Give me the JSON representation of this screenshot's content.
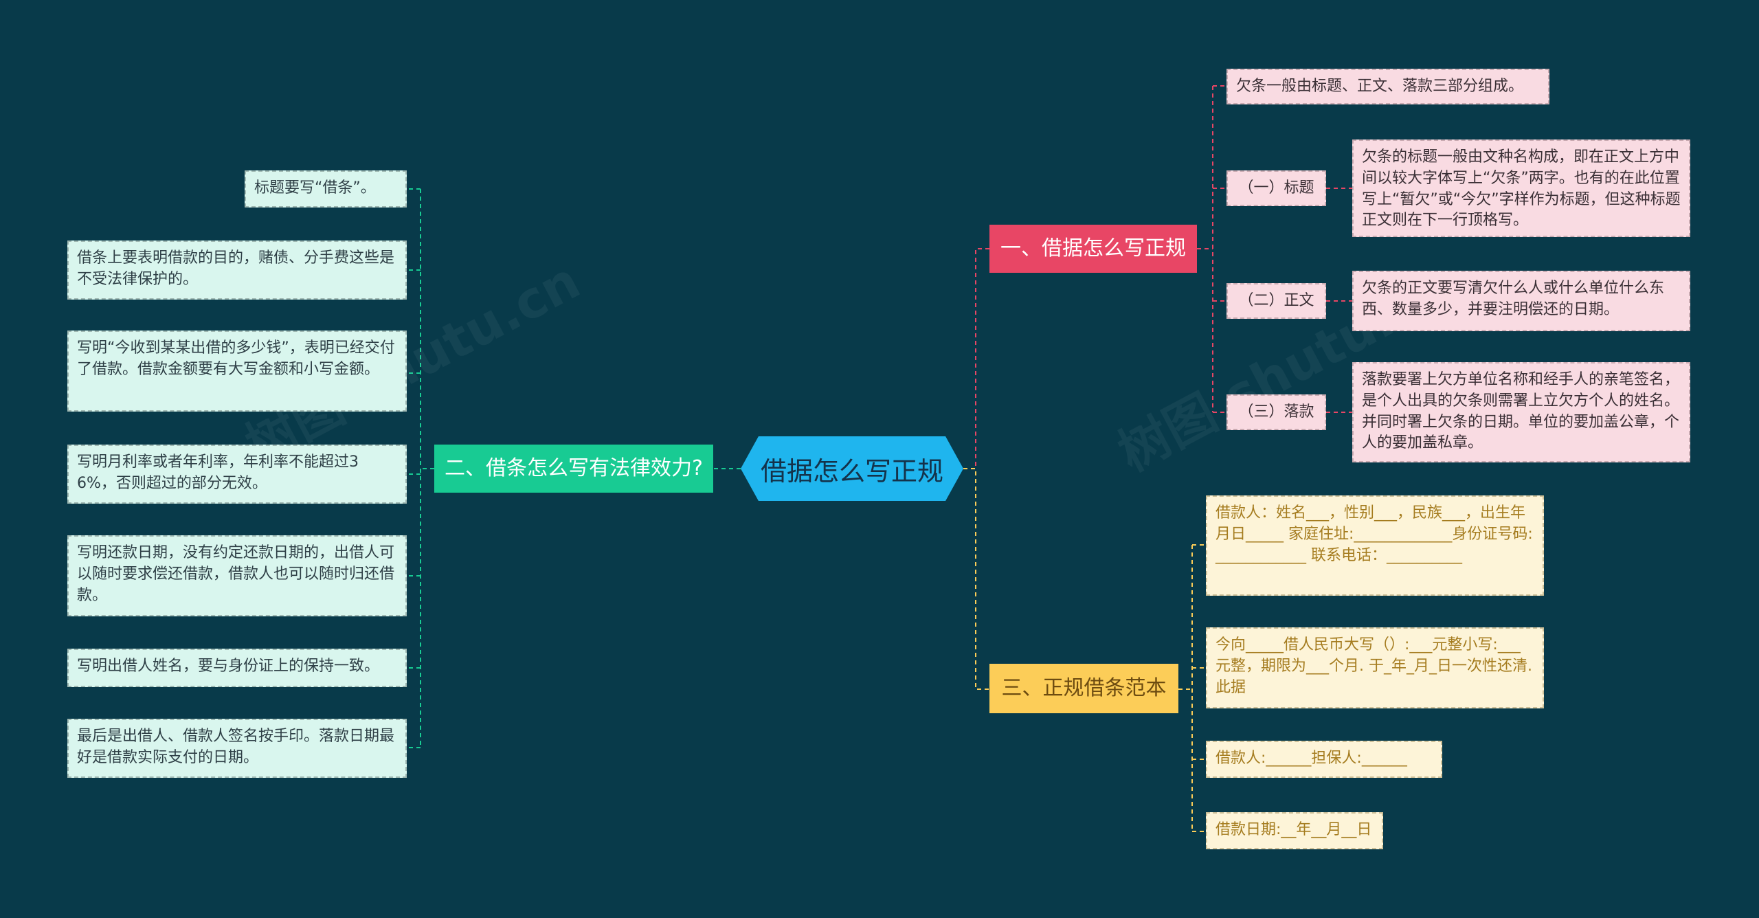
{
  "center": {
    "label": "借据怎么写正规"
  },
  "branches": {
    "b1": {
      "label": "一、借据怎么写正规",
      "color": "#e84665",
      "intro": "欠条一般由标题、正文、落款三部分组成。",
      "subs": [
        {
          "label": "（一）标题",
          "detail": "欠条的标题一般由文种名构成，即在正文上方中间以较大字体写上“欠条”两字。也有的在此位置写上“暂欠”或“今欠”字样作为标题，但这种标题正文则在下一行顶格写。"
        },
        {
          "label": "（二）正文",
          "detail": "欠条的正文要写清欠什么人或什么单位什么东西、数量多少，并要注明偿还的日期。"
        },
        {
          "label": "（三）落款",
          "detail": "落款要署上欠方单位名称和经手人的亲笔签名，是个人出具的欠条则需署上立欠方个人的姓名。并同时署上欠条的日期。单位的要加盖公章，个人的要加盖私章。"
        }
      ]
    },
    "b2": {
      "label": "二、借条怎么写有法律效力?",
      "color": "#18cb93",
      "leaves": [
        "标题要写“借条”。",
        "借条上要表明借款的目的，赌债、分手费这些是不受法律保护的。",
        "写明“今收到某某出借的多少钱”，表明已经交付了借款。借款金额要有大写金额和小写金额。",
        "写明月利率或者年利率，年利率不能超过36%，否则超过的部分无效。",
        "写明还款日期，没有约定还款日期的，出借人可以随时要求偿还借款，借款人也可以随时归还借款。",
        "写明出借人姓名，要与身份证上的保持一致。",
        "最后是出借人、借款人签名按手印。落款日期最好是借款实际支付的日期。"
      ]
    },
    "b3": {
      "label": "三、正规借条范本",
      "color": "#fccd58",
      "leaves": [
        "借款人：姓名___，性别___，民族___，出生年月日_____ 家庭住址:_____________身份证号码:____________ 联系电话：__________",
        "今向_____借人民币大写（）:___元整小写:___元整，期限为___个月. 于_年_月_日一次性还清. 此据",
        "借款人:______担保人:______",
        "借款日期:__年__月__日"
      ]
    }
  },
  "colors": {
    "background": "#083a4a",
    "center": "#1fb5ee",
    "line_pink": "#e84665",
    "line_green": "#18cb93",
    "line_yellow": "#fccd58",
    "leaf_green": "#d9f6ee",
    "leaf_pink": "#f9dbe2",
    "leaf_yellow": "#fdf4d8"
  }
}
